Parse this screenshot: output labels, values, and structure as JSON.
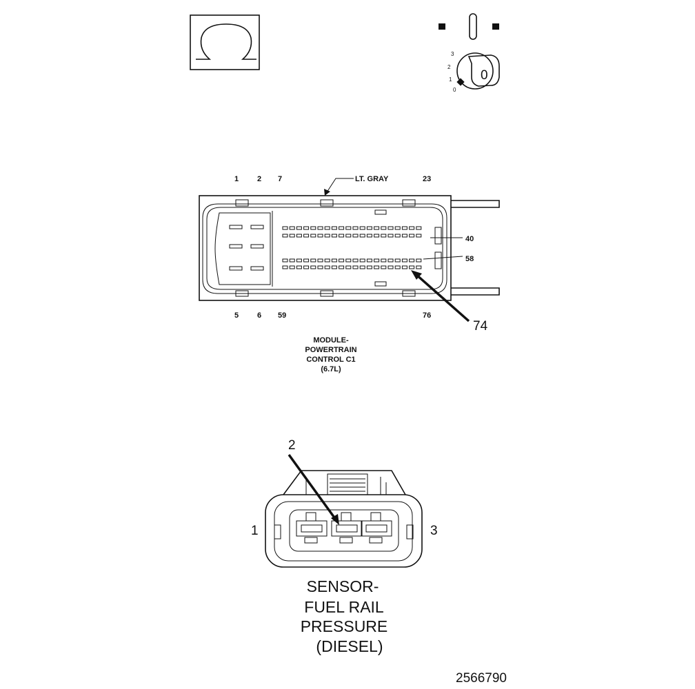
{
  "colors": {
    "ink": "#111111",
    "background": "#ffffff"
  },
  "icons": {
    "ohm_symbol": "ohm-meter-icon",
    "key_switch": "ignition-key-icon"
  },
  "ignition": {
    "positions": [
      "3",
      "2",
      "1",
      "0"
    ],
    "key_label": "0"
  },
  "pcm_connector": {
    "wire_color_label": "LT. GRAY",
    "top_pin_labels": [
      "1",
      "2",
      "7",
      "23"
    ],
    "bottom_pin_labels": [
      "5",
      "6",
      "59",
      "76"
    ],
    "side_pin_labels": [
      "40",
      "58"
    ],
    "callout_pin": "74",
    "title_lines": [
      "MODULE-",
      "POWERTRAIN",
      "CONTROL C1",
      "(6.7L)"
    ]
  },
  "sensor_connector": {
    "callout_pin": "2",
    "left_pin_label": "1",
    "right_pin_label": "3",
    "title_lines": [
      "SENSOR-",
      "FUEL RAIL",
      "PRESSURE",
      "(DIESEL)"
    ]
  },
  "figure_id": "2566790"
}
